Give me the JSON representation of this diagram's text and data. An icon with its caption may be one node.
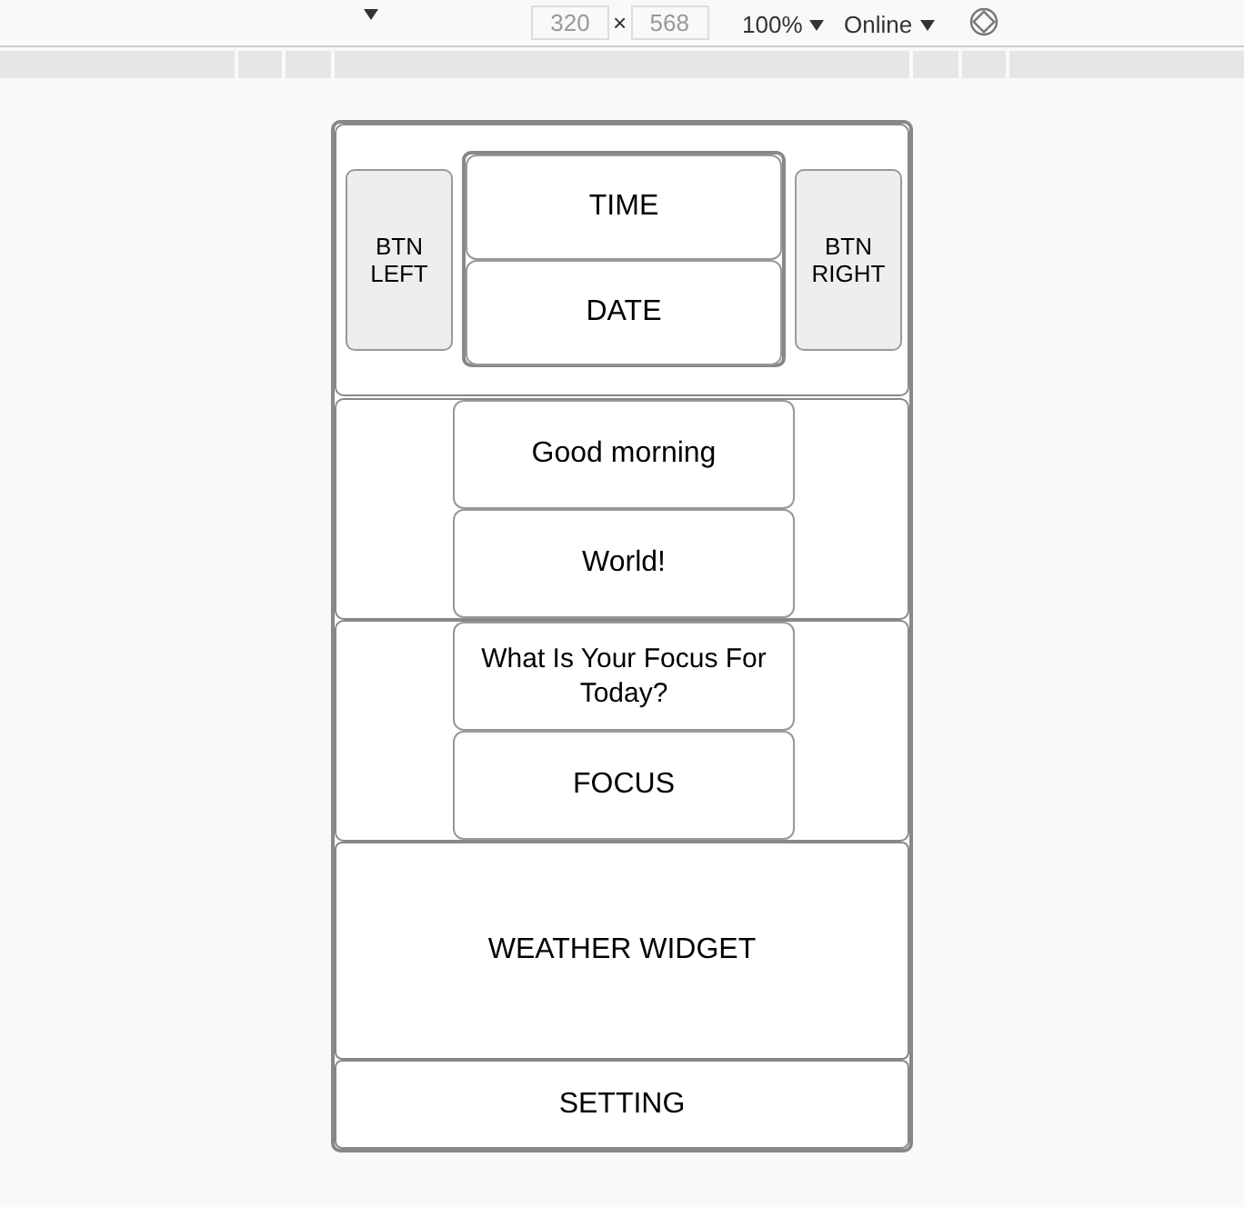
{
  "diagram": {
    "nodes": [
      {
        "text": [],
        "shape": "box"
      },
      {
        "text": [],
        "shape": "box",
        "in": 0
      },
      {
        "text": [
          "BTN LEFT"
        ],
        "in": 1
      },
      {
        "text": [],
        "shape": "box",
        "in": 1
      },
      {
        "text": [
          "TIME"
        ],
        "in": 3
      },
      {
        "text": [
          "DATE"
        ],
        "in": 3
      },
      {
        "text": [
          "BTN RIGHT"
        ],
        "in": 1
      },
      {
        "text": [],
        "shape": "box",
        "in": 0
      },
      {
        "text": [
          "Good morning"
        ],
        "in": 7
      },
      {
        "text": [
          "World!"
        ],
        "in": 7
      },
      {
        "text": [],
        "shape": "box",
        "in": 0
      },
      {
        "text": [
          "What Is Your Focus For Today?"
        ],
        "in": 10
      },
      {
        "text": [
          "FOCUS"
        ],
        "in": 10
      },
      {
        "text": [
          "WEATHER WIDGET"
        ],
        "in": 0
      },
      {
        "text": [
          "SETTING"
        ],
        "in": 0
      }
    ],
    "labels": [
      "320",
      "×",
      "568",
      "100%",
      "Online"
    ]
  }
}
